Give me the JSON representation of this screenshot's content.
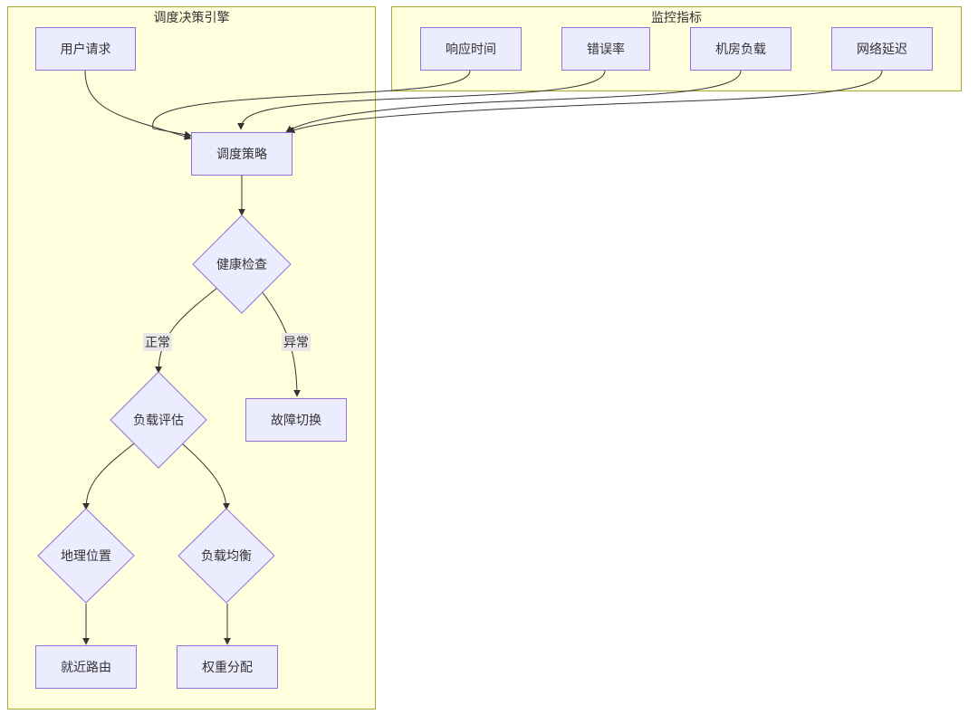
{
  "clusters": {
    "engine": {
      "title": "调度决策引擎"
    },
    "monitor": {
      "title": "监控指标"
    }
  },
  "nodes": {
    "user_request": "用户请求",
    "response_time": "响应时间",
    "error_rate": "错误率",
    "dc_load": "机房负载",
    "network_latency": "网络延迟",
    "dispatch_strategy": "调度策略",
    "health_check": "健康检查",
    "load_eval": "负载评估",
    "failover": "故障切换",
    "geo_location": "地理位置",
    "load_balance": "负载均衡",
    "nearest_route": "就近路由",
    "weighted_dist": "权重分配"
  },
  "edge_labels": {
    "normal": "正常",
    "abnormal": "异常"
  },
  "colors": {
    "cluster_fill": "#ffffde",
    "cluster_border": "#aaaa33",
    "node_fill": "#ececff",
    "node_border": "#9370db",
    "edge": "#333333",
    "edge_label_bg": "#e8e8e8"
  }
}
